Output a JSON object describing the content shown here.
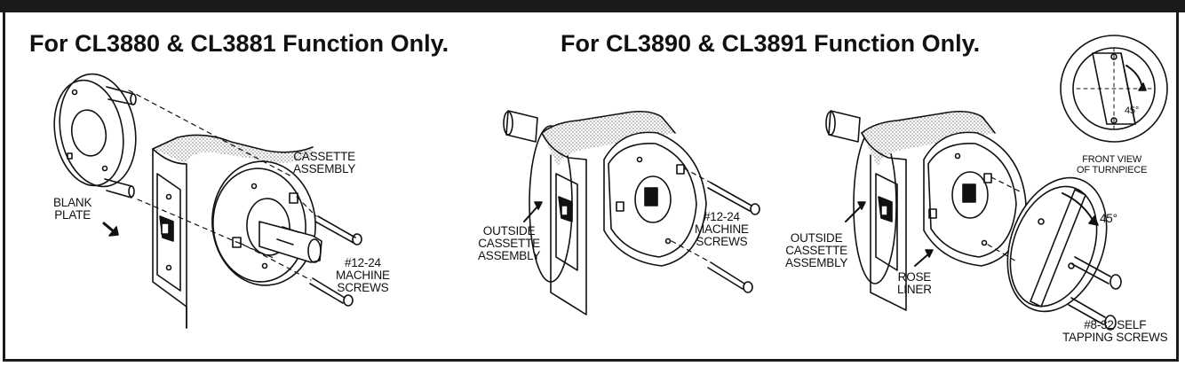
{
  "headings": {
    "left": "For CL3880 & CL3881 Function Only.",
    "right": "For CL3890 & CL3891 Function Only."
  },
  "labels": {
    "blank_plate": [
      "BLANK",
      "PLATE"
    ],
    "cassette_assembly": [
      "CASSETTE",
      "ASSEMBLY"
    ],
    "machine_screws_left": [
      "#12-24",
      "MACHINE",
      "SCREWS"
    ],
    "outside_cassette_mid": [
      "OUTSIDE",
      "CASSETTE",
      "ASSEMBLY"
    ],
    "machine_screws_mid": [
      "#12-24",
      "MACHINE",
      "SCREWS"
    ],
    "outside_cassette_right": [
      "OUTSIDE",
      "CASSETTE",
      "ASSEMBLY"
    ],
    "rose_liner": [
      "ROSE",
      "LINER"
    ],
    "self_tapping_screws": [
      "#8-32 SELF",
      "TAPPING SCREWS"
    ],
    "rotation_angle": "45°",
    "front_view": [
      "FRONT VIEW",
      "OF TURNPIECE"
    ],
    "front_view_angle": "45°"
  },
  "colors": {
    "ink": "#111111",
    "frame": "#1a1a1a",
    "stipple": "#9a9a9a"
  }
}
